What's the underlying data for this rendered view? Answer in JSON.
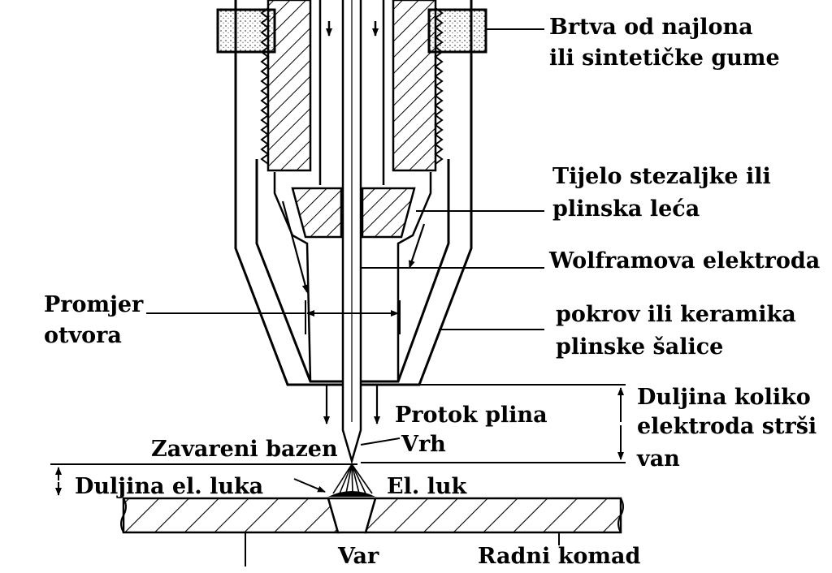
{
  "labels": {
    "seal": [
      "Brtva od najlona",
      "ili sintetičke gume"
    ],
    "collet_body": [
      "Tijelo stezaljke ili",
      "plinska leća"
    ],
    "tungsten_electrode": "Wolframova elektroda",
    "nozzle_diameter": [
      "Promjer",
      "otvora"
    ],
    "cup": [
      "pokrov ili keramika",
      "plinske šalice"
    ],
    "stickout": [
      "Duljina koliko",
      "elektroda strši",
      "van"
    ],
    "gas_flow": "Protok plina",
    "tip": "Vrh",
    "weld_pool": "Zavareni bazen",
    "arc_length": "Duljina el. luka",
    "arc": "El. luk",
    "weld": "Var",
    "workpiece": "Radni komad"
  },
  "colors": {
    "ink": "#000000",
    "paper": "#ffffff"
  }
}
